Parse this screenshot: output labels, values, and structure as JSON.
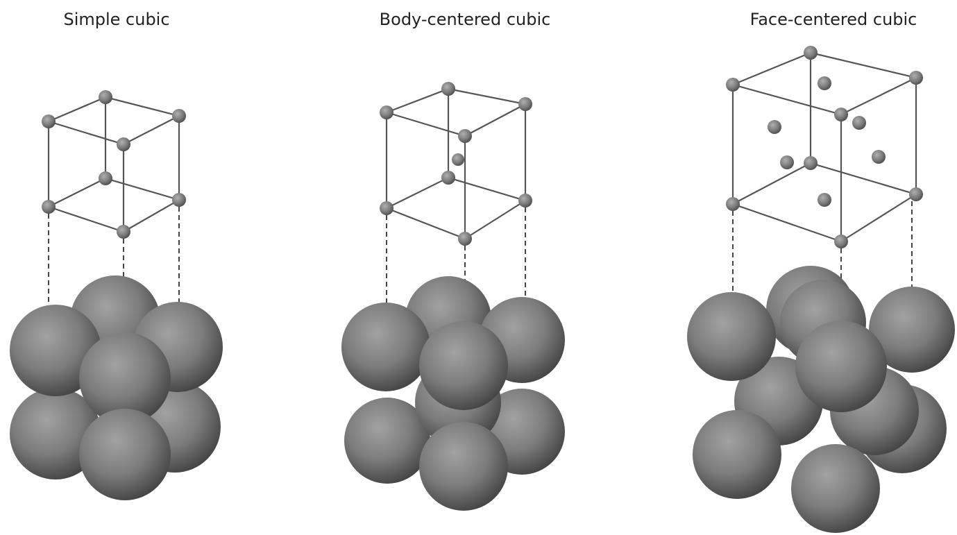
{
  "panels": [
    {
      "key": "simple",
      "title": "Simple cubic"
    },
    {
      "key": "bcc",
      "title": "Body-centered cubic"
    },
    {
      "key": "fcc",
      "title": "Face-centered cubic"
    }
  ],
  "colors": {
    "atom": "#7a7a7a",
    "atom_highlight": "#9c9c9c",
    "atom_shadow": "#3f3f3f",
    "line": "#555555",
    "background": "#ffffff"
  }
}
